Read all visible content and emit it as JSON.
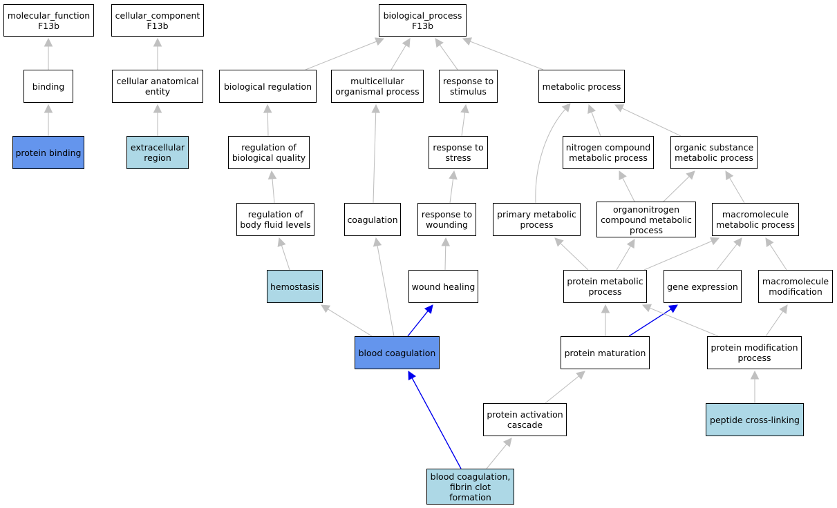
{
  "colors": {
    "plain": "#ffffff",
    "light": "#add8e6",
    "highlight": "#6495ed",
    "edge_gray": "#c0c0c0",
    "edge_blue": "#0000ee"
  },
  "nodes": {
    "mf_root": {
      "label": "molecular_function\nF13b",
      "style": "plain"
    },
    "cc_root": {
      "label": "cellular_component\nF13b",
      "style": "plain"
    },
    "bp_root": {
      "label": "biological_process\nF13b",
      "style": "plain"
    },
    "binding": {
      "label": "binding",
      "style": "plain"
    },
    "cellular_anatomical_entity": {
      "label": "cellular anatomical\nentity",
      "style": "plain"
    },
    "biological_regulation": {
      "label": "biological regulation",
      "style": "plain"
    },
    "multicellular_organismal_process": {
      "label": "multicellular\norganismal process",
      "style": "plain"
    },
    "response_to_stimulus": {
      "label": "response to\nstimulus",
      "style": "plain"
    },
    "metabolic_process": {
      "label": "metabolic process",
      "style": "plain"
    },
    "protein_binding": {
      "label": "protein binding",
      "style": "highlight"
    },
    "extracellular_region": {
      "label": "extracellular\nregion",
      "style": "light"
    },
    "regulation_of_biological_quality": {
      "label": "regulation of\nbiological quality",
      "style": "plain"
    },
    "response_to_stress": {
      "label": "response to\nstress",
      "style": "plain"
    },
    "nitrogen_compound_metabolic_process": {
      "label": "nitrogen compound\nmetabolic process",
      "style": "plain"
    },
    "organic_substance_metabolic_process": {
      "label": "organic substance\nmetabolic process",
      "style": "plain"
    },
    "regulation_of_body_fluid_levels": {
      "label": "regulation of\nbody fluid levels",
      "style": "plain"
    },
    "coagulation": {
      "label": "coagulation",
      "style": "plain"
    },
    "response_to_wounding": {
      "label": "response to\nwounding",
      "style": "plain"
    },
    "primary_metabolic_process": {
      "label": "primary metabolic\nprocess",
      "style": "plain"
    },
    "organonitrogen_compound_metabolic_process": {
      "label": "organonitrogen\ncompound metabolic\nprocess",
      "style": "plain"
    },
    "macromolecule_metabolic_process": {
      "label": "macromolecule\nmetabolic process",
      "style": "plain"
    },
    "hemostasis": {
      "label": "hemostasis",
      "style": "light"
    },
    "wound_healing": {
      "label": "wound healing",
      "style": "plain"
    },
    "protein_metabolic_process": {
      "label": "protein metabolic\nprocess",
      "style": "plain"
    },
    "gene_expression": {
      "label": "gene expression",
      "style": "plain"
    },
    "macromolecule_modification": {
      "label": "macromolecule\nmodification",
      "style": "plain"
    },
    "blood_coagulation": {
      "label": "blood coagulation",
      "style": "highlight"
    },
    "protein_maturation": {
      "label": "protein maturation",
      "style": "plain"
    },
    "protein_modification_process": {
      "label": "protein modification\nprocess",
      "style": "plain"
    },
    "protein_activation_cascade": {
      "label": "protein activation\ncascade",
      "style": "plain"
    },
    "peptide_cross_linking": {
      "label": "peptide cross-linking",
      "style": "light"
    },
    "blood_coagulation_fibrin_clot_formation": {
      "label": "blood coagulation,\nfibrin clot\nformation",
      "style": "light"
    }
  },
  "edges": [
    {
      "from": "binding",
      "to": "mf_root",
      "color": "gray"
    },
    {
      "from": "protein_binding",
      "to": "binding",
      "color": "gray"
    },
    {
      "from": "cellular_anatomical_entity",
      "to": "cc_root",
      "color": "gray"
    },
    {
      "from": "extracellular_region",
      "to": "cellular_anatomical_entity",
      "color": "gray"
    },
    {
      "from": "biological_regulation",
      "to": "bp_root",
      "color": "gray"
    },
    {
      "from": "multicellular_organismal_process",
      "to": "bp_root",
      "color": "gray"
    },
    {
      "from": "response_to_stimulus",
      "to": "bp_root",
      "color": "gray"
    },
    {
      "from": "metabolic_process",
      "to": "bp_root",
      "color": "gray"
    },
    {
      "from": "regulation_of_biological_quality",
      "to": "biological_regulation",
      "color": "gray"
    },
    {
      "from": "regulation_of_body_fluid_levels",
      "to": "regulation_of_biological_quality",
      "color": "gray"
    },
    {
      "from": "hemostasis",
      "to": "regulation_of_body_fluid_levels",
      "color": "gray"
    },
    {
      "from": "coagulation",
      "to": "multicellular_organismal_process",
      "color": "gray"
    },
    {
      "from": "response_to_stress",
      "to": "response_to_stimulus",
      "color": "gray"
    },
    {
      "from": "response_to_wounding",
      "to": "response_to_stress",
      "color": "gray"
    },
    {
      "from": "wound_healing",
      "to": "response_to_wounding",
      "color": "gray"
    },
    {
      "from": "primary_metabolic_process",
      "to": "metabolic_process",
      "color": "gray"
    },
    {
      "from": "nitrogen_compound_metabolic_process",
      "to": "metabolic_process",
      "color": "gray"
    },
    {
      "from": "organic_substance_metabolic_process",
      "to": "metabolic_process",
      "color": "gray"
    },
    {
      "from": "organonitrogen_compound_metabolic_process",
      "to": "nitrogen_compound_metabolic_process",
      "color": "gray"
    },
    {
      "from": "organonitrogen_compound_metabolic_process",
      "to": "organic_substance_metabolic_process",
      "color": "gray"
    },
    {
      "from": "macromolecule_metabolic_process",
      "to": "organic_substance_metabolic_process",
      "color": "gray"
    },
    {
      "from": "protein_metabolic_process",
      "to": "primary_metabolic_process",
      "color": "gray"
    },
    {
      "from": "protein_metabolic_process",
      "to": "organonitrogen_compound_metabolic_process",
      "color": "gray"
    },
    {
      "from": "protein_metabolic_process",
      "to": "macromolecule_metabolic_process",
      "color": "gray"
    },
    {
      "from": "gene_expression",
      "to": "macromolecule_metabolic_process",
      "color": "gray"
    },
    {
      "from": "macromolecule_modification",
      "to": "macromolecule_metabolic_process",
      "color": "gray"
    },
    {
      "from": "blood_coagulation",
      "to": "hemostasis",
      "color": "gray"
    },
    {
      "from": "blood_coagulation",
      "to": "coagulation",
      "color": "gray"
    },
    {
      "from": "blood_coagulation",
      "to": "wound_healing",
      "color": "blue"
    },
    {
      "from": "protein_maturation",
      "to": "protein_metabolic_process",
      "color": "gray"
    },
    {
      "from": "protein_maturation",
      "to": "gene_expression",
      "color": "blue"
    },
    {
      "from": "protein_modification_process",
      "to": "protein_metabolic_process",
      "color": "gray"
    },
    {
      "from": "protein_modification_process",
      "to": "macromolecule_modification",
      "color": "gray"
    },
    {
      "from": "protein_activation_cascade",
      "to": "protein_maturation",
      "color": "gray"
    },
    {
      "from": "peptide_cross_linking",
      "to": "protein_modification_process",
      "color": "gray"
    },
    {
      "from": "blood_coagulation_fibrin_clot_formation",
      "to": "blood_coagulation",
      "color": "blue"
    },
    {
      "from": "blood_coagulation_fibrin_clot_formation",
      "to": "protein_activation_cascade",
      "color": "gray"
    }
  ]
}
